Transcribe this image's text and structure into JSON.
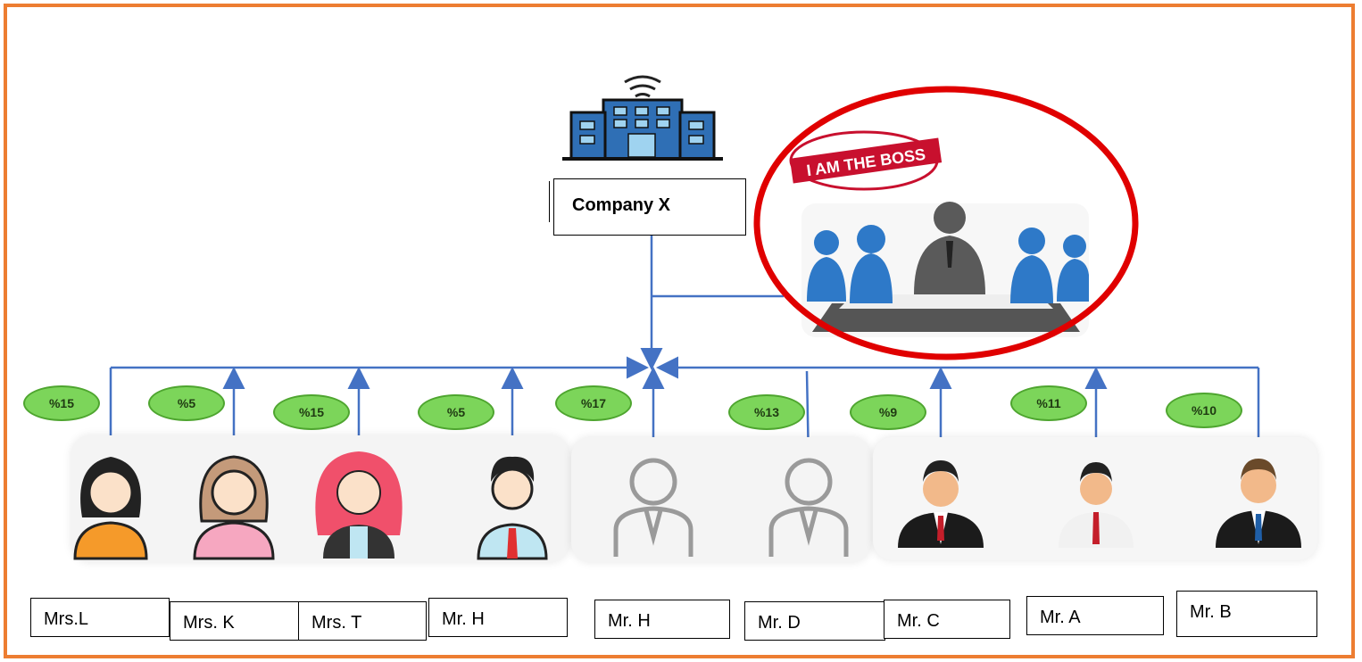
{
  "company": {
    "name": "Company X"
  },
  "boss": {
    "stamp": "I AM THE BOSS"
  },
  "people": [
    {
      "name": "Mrs.L",
      "share": "%15"
    },
    {
      "name": "Mrs. K",
      "share": "%5"
    },
    {
      "name": "Mrs. T",
      "share": "%15"
    },
    {
      "name": "Mr. H",
      "share": "%5"
    },
    {
      "name": "Mr. H",
      "share": "%17"
    },
    {
      "name": "Mr. D",
      "share": "%13"
    },
    {
      "name": "Mr. C",
      "share": "%9"
    },
    {
      "name": "Mr. A",
      "share": "%11"
    },
    {
      "name": "Mr. B",
      "share": "%10"
    }
  ],
  "colors": {
    "frame": "#ED7D31",
    "lines": "#4472C4",
    "badge": "#7CD55A",
    "ring": "#E00000"
  }
}
